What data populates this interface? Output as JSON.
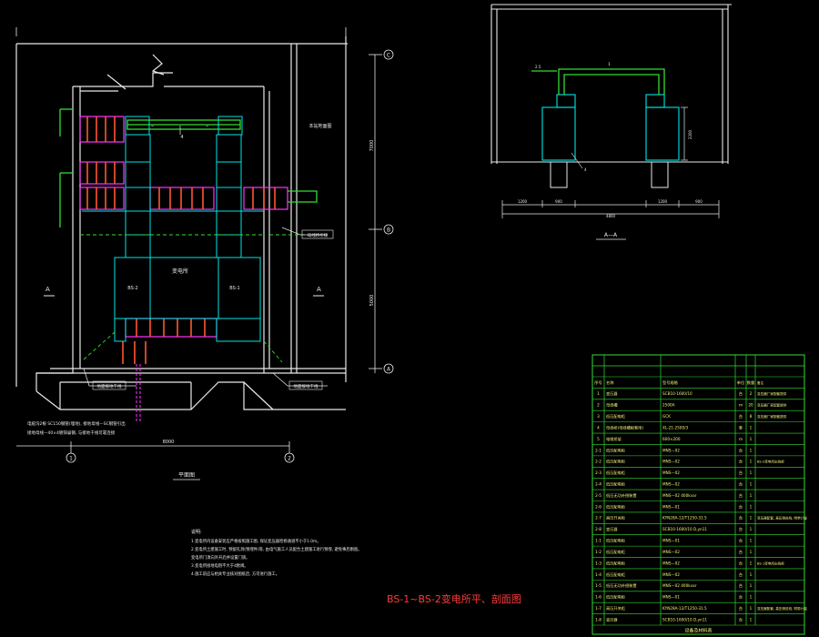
{
  "title": "BS-1~BS-2变电所平、剖面图",
  "views": {
    "plan_caption": "平面图",
    "section_caption": "A—A",
    "section_cut_label": "A"
  },
  "plan": {
    "room_label": "变电所",
    "transformer_left": "BS-2",
    "transformer_right": "BS-1",
    "right_note": "本站地面图",
    "bus_callout": "4",
    "callout_mid": "母线桥引接",
    "callout_left": "地面接地干线",
    "callout_right": "地面接地干线",
    "bottom_note_line1": "电缆沟2根 SC150钢管(埋地), 接地母线—SC钢管引出",
    "bottom_note_line2": "接地母线—40×4镀锌扁钢, 与接地干线可靠连接",
    "dim_bottom": "8000",
    "dim_right_upper": "7000",
    "dim_right_lower": "5000",
    "axis_top": "C",
    "axis_mid": "B",
    "axis_bottom": "A",
    "axis_bottom_left": "1",
    "axis_bottom_right": "2"
  },
  "section": {
    "dim_total": "4800",
    "dim_height": "2200",
    "dim_segments": [
      "1200",
      "900",
      "1200",
      "900"
    ],
    "bus_tag": "1",
    "left_tag": "2.5",
    "tag_a": "4"
  },
  "notes": {
    "heading": "说明:",
    "items": [
      "1.变电所内设备安装应严格按照施工图, 保证变压器检修通道不小于1.0m。",
      "2.变电所土建施工时, 预留孔洞(预埋件)等, 由电气施工人员配合土建施工进行预埋, 避免事后剔凿。",
      "  变电所门须向外开启并设置门锁。",
      "3.变电所接地电阻不大于4欧姆。",
      "4.施工前应与相关专业核对图纸后, 方可进行施工。"
    ]
  },
  "table": {
    "title": "设备及材料表",
    "header": [
      "序号",
      "名称",
      "型号规格",
      "单位",
      "数量",
      "备注"
    ],
    "rows": [
      [
        "1",
        "变压器",
        "SCB10-1600/10",
        "台",
        "2",
        "变压器厂家配套提供"
      ],
      [
        "2",
        "母线槽",
        "2500A",
        "m",
        "20",
        "变压器厂家配套提供"
      ],
      [
        "3",
        "低压配电柜",
        "GCK",
        "台",
        "8",
        "变压器厂家配套提供"
      ],
      [
        "4",
        "母线桥(母线槽配套用)",
        "XL-21-2500/3",
        "套",
        "1",
        ""
      ],
      [
        "5",
        "电缆桥架",
        "600×200",
        "m",
        "1",
        ""
      ],
      [
        "2-1",
        "低压配电柜",
        "MNS—02",
        "台",
        "1",
        ""
      ],
      [
        "2-2",
        "低压配电柜",
        "MNS—02",
        "台",
        "1",
        "BS-2变电所出线柜"
      ],
      [
        "2-3",
        "低压配电柜",
        "MNS—02",
        "台",
        "1",
        ""
      ],
      [
        "2-4",
        "低压配电柜",
        "MNS—02",
        "台",
        "1",
        ""
      ],
      [
        "2-5",
        "低压无功补偿装置",
        "MNS—02  400kvar",
        "台",
        "1",
        ""
      ],
      [
        "2-6",
        "低压配电柜",
        "MNS—01",
        "台",
        "1",
        ""
      ],
      [
        "2-7",
        "高压开关柜",
        "KYN28A-12/T1250-31.5",
        "台",
        "1",
        "变压器配套, 高压侧进线, 附带计量"
      ],
      [
        "2-8",
        "变压器",
        "SCB10-1600/10 D,yn11",
        "台",
        "1",
        ""
      ],
      [
        "1-1",
        "低压配电柜",
        "MNS—01",
        "台",
        "1",
        ""
      ],
      [
        "1-2",
        "低压配电柜",
        "MNS—02",
        "台",
        "1",
        ""
      ],
      [
        "1-3",
        "低压配电柜",
        "MNS—02",
        "台",
        "1",
        "BS-1变电所出线柜"
      ],
      [
        "1-4",
        "低压配电柜",
        "MNS—02",
        "台",
        "1",
        ""
      ],
      [
        "1-5",
        "低压无功补偿装置",
        "MNS—02  400kvar",
        "台",
        "1",
        ""
      ],
      [
        "1-6",
        "低压配电柜",
        "MNS—01",
        "台",
        "1",
        ""
      ],
      [
        "1-7",
        "高压开关柜",
        "KYN28A-12/T1250-31.5",
        "台",
        "1",
        "变压器配套, 高压侧进线, 附带计量"
      ],
      [
        "1-8",
        "变压器",
        "SCB10-1600/10 D,yn11",
        "台",
        "1",
        ""
      ]
    ]
  },
  "colors": {
    "background": "#000000",
    "wall": "#e8e8e8",
    "cabinet": "#00e5e5",
    "bus": "#33dd33",
    "tray": "#ff33ff",
    "tray_rungs": "#ff5533",
    "ground": "#33dd33",
    "dimension": "#e8e8e8",
    "title_text": "#ff3b3b",
    "table_frame": "#33dd33",
    "table_text": "#f2f27a"
  }
}
